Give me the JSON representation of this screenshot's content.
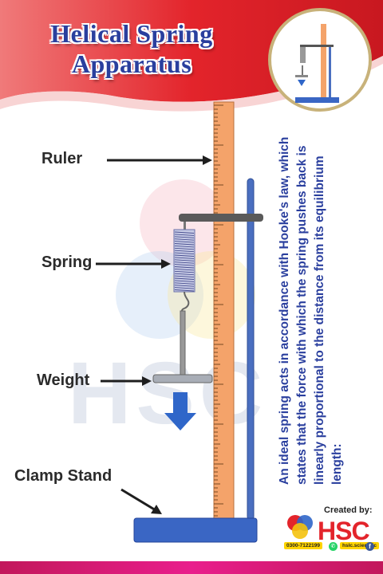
{
  "title": {
    "line1": "Helical Spring",
    "line2": "Apparatus"
  },
  "labels": {
    "ruler": "Ruler",
    "spring": "Spring",
    "weight": "Weight",
    "clamp_stand": "Clamp Stand"
  },
  "description": "An ideal spring acts in accordance with Hooke's law, which states that the force with which the spring pushes back is linearly proportional to the distance from its equilibrium length:",
  "credit": {
    "created_by": "Created by:",
    "brand": "HSC",
    "phone": "0300-7122199",
    "social": "hslc.scientific"
  },
  "colors": {
    "title": "#2a3f9e",
    "banner_red": "#e3242b",
    "ruler": "#f4a36a",
    "stand": "#4a6fc0",
    "base": "#3a66c4",
    "arrow": "#2f66c9",
    "text_blue": "#2a3f9e"
  },
  "watermark": "HSC"
}
